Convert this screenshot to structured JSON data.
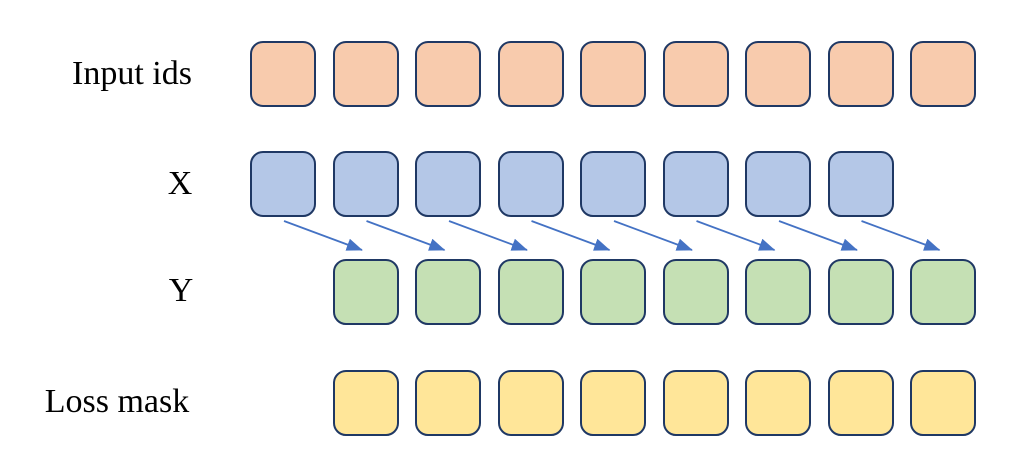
{
  "diagram": {
    "background": "#ffffff",
    "token_border_color": "#1F3864",
    "arrow_color": "#4472C4",
    "rows": [
      {
        "label": "Input ids",
        "count": 9,
        "offset": 0,
        "fill": "#F8CBAD"
      },
      {
        "label": "X",
        "count": 8,
        "offset": 0,
        "fill": "#B4C7E7"
      },
      {
        "label": "Y",
        "count": 8,
        "offset": 1,
        "fill": "#C5E0B4"
      },
      {
        "label": "Loss mask",
        "count": 8,
        "offset": 1,
        "fill": "#FFE699"
      }
    ],
    "arrows": {
      "count": 8
    }
  }
}
